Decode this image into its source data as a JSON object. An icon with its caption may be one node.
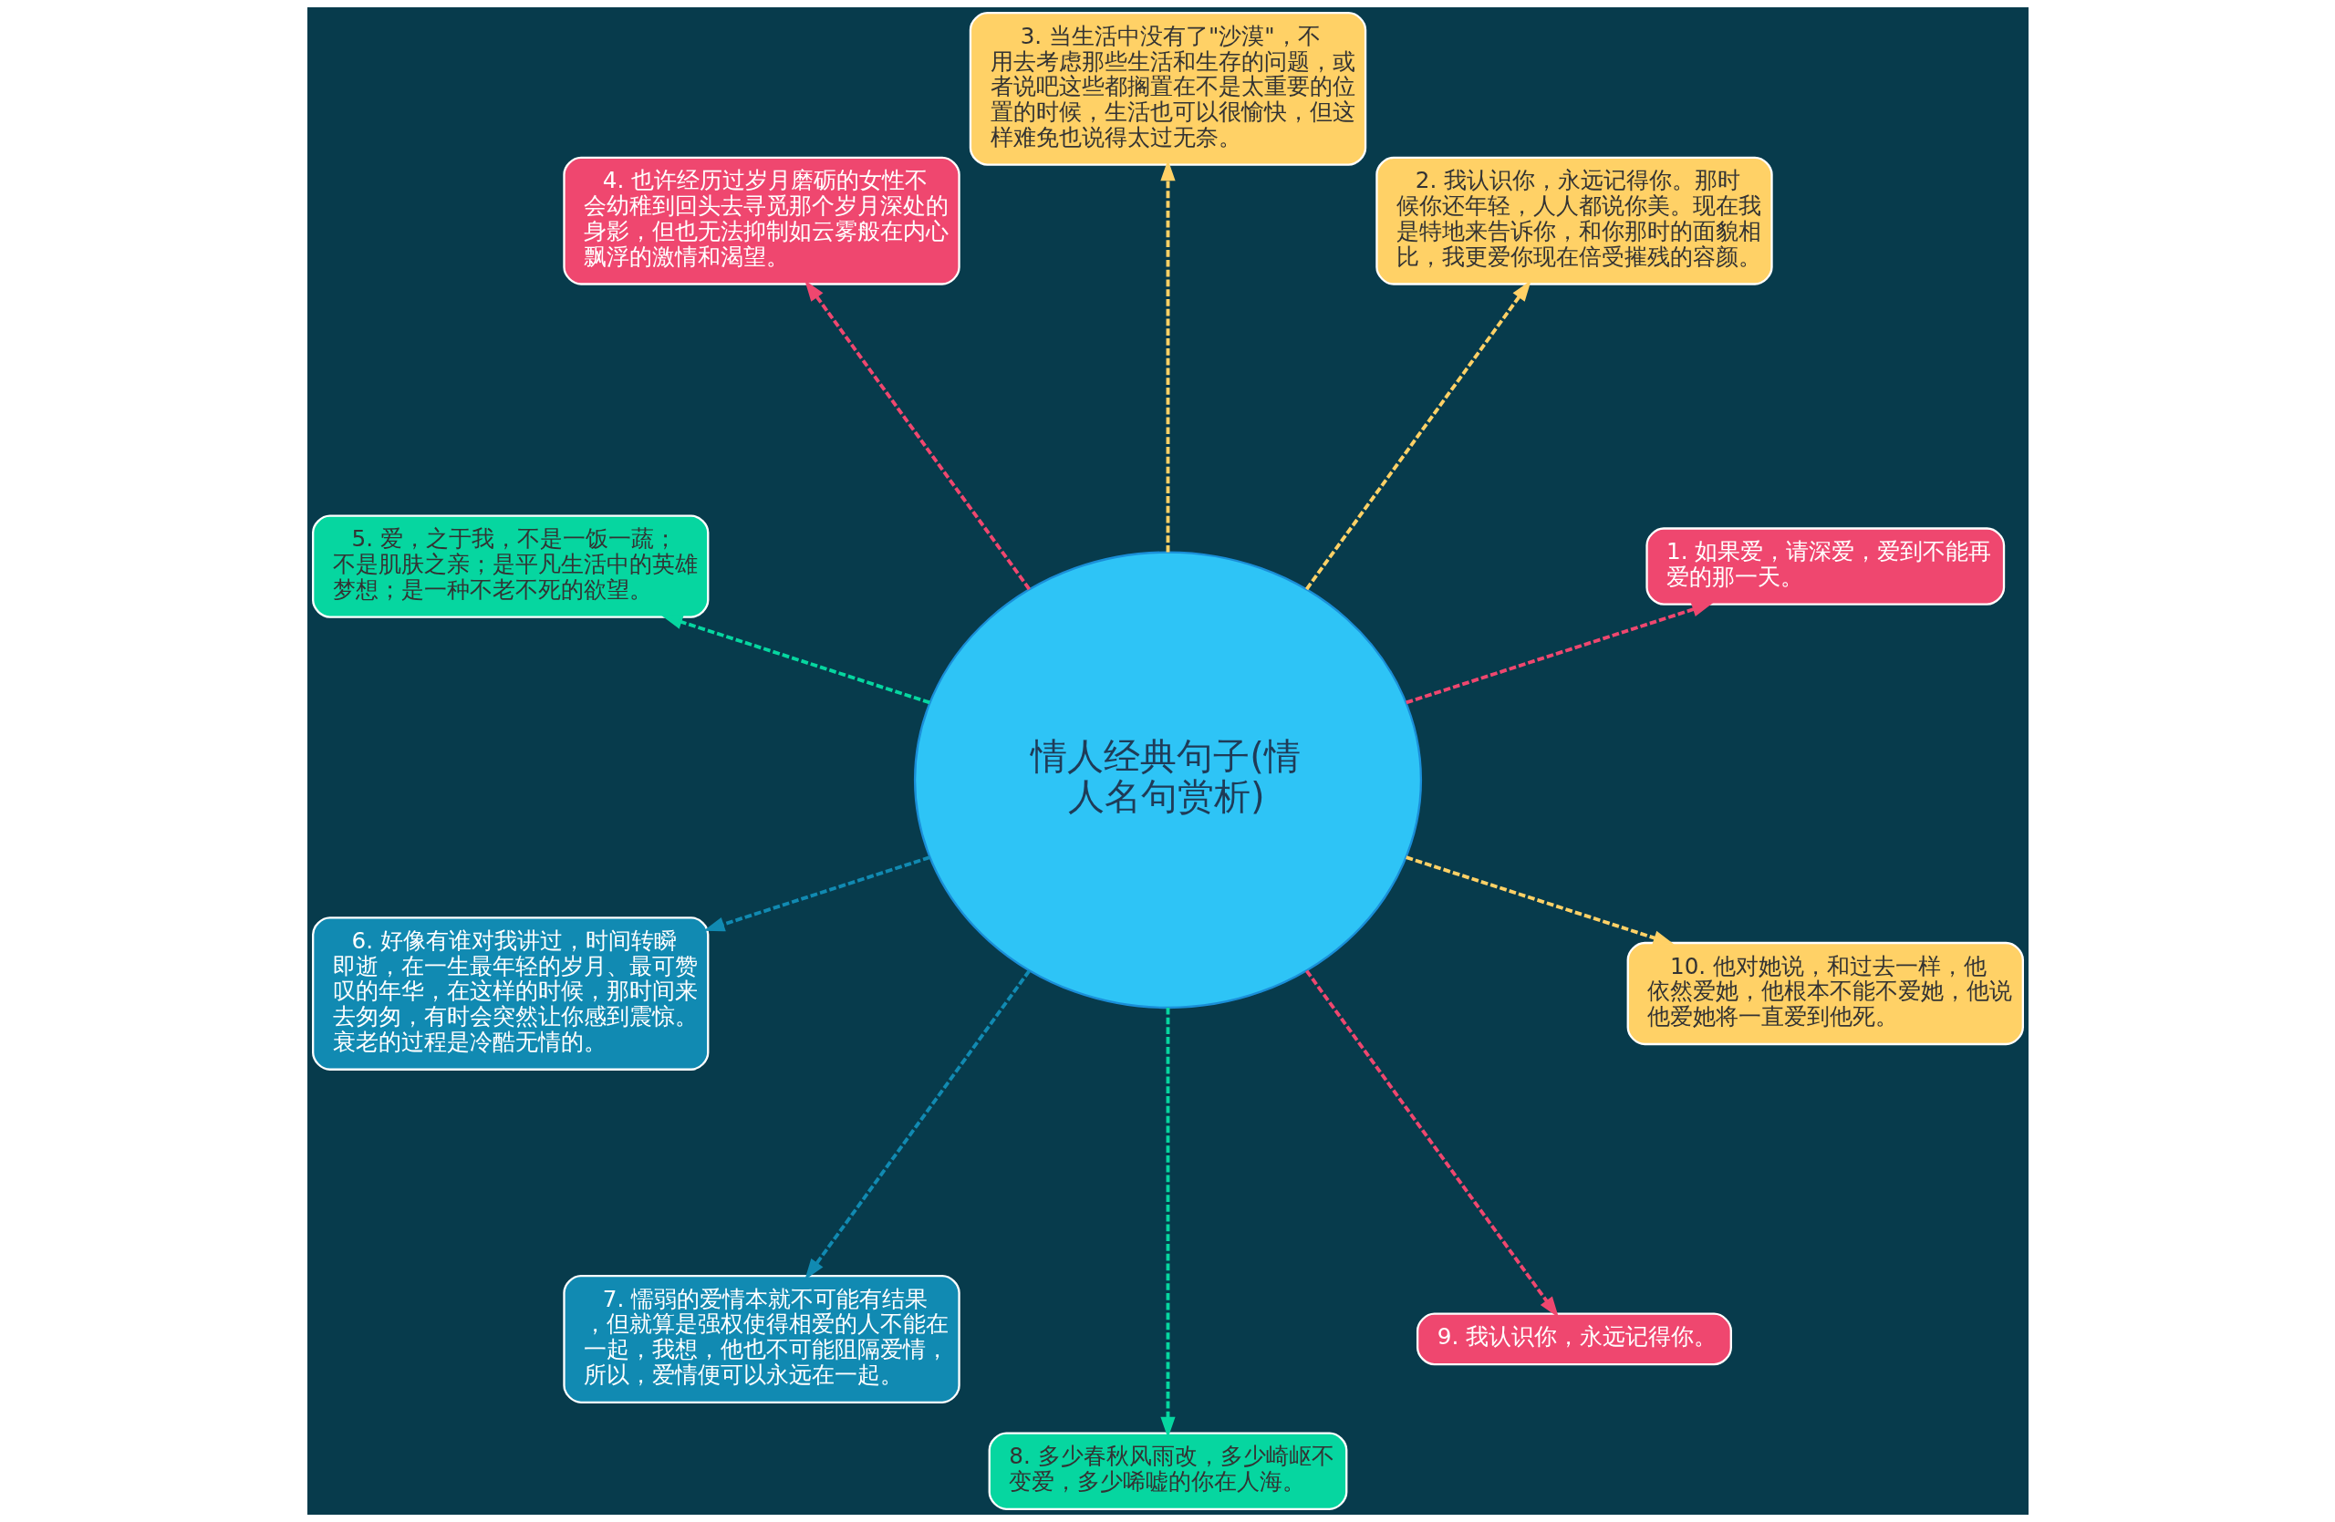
{
  "diagram": {
    "nodes": [
      {
        "text": [
          "情人经典句子(情人名句赏析)"
        ]
      },
      {
        "text": [
          "1. 如果爱，请深爱，爱到不能再爱的那一天。"
        ]
      },
      {
        "text": [
          "2. 我认识你，永远记得你。那时候你还年轻，人人都说你美。现在我是特地来告诉你，和你那时的面貌相比，我更爱你现在倍受摧残的容颜。"
        ]
      },
      {
        "text": [
          "3. 当生活中没有了\"沙漠\"，不用去考虑那些生活和生存的问题，或者说吧这些都搁置在不是太重要的位置的时候，生活也可以很愉快，但这样难免也说得太过无奈。"
        ]
      },
      {
        "text": [
          "4. 也许经历过岁月磨砺的女性不会幼稚到回头去寻觅那个岁月深处的身影，但也无法抑制如云雾般在内心飘浮的激情和渴望。"
        ]
      },
      {
        "text": [
          "5. 爱，之于我，不是一饭一蔬；不是肌肤之亲；是平凡生活中的英雄梦想；是一种不老不死的欲望。"
        ]
      },
      {
        "text": [
          "6. 好像有谁对我讲过，时间转瞬即逝，在一生最年轻的岁月、最可赞叹的年华，在这样的时候，那时间来去匆匆，有时会突然让你感到震惊。衰老的过程是冷酷无情的。"
        ]
      },
      {
        "text": [
          "7. 懦弱的爱情本就不可能有结果，但就算是强权使得相爱的人不能在一起，我想，他也不可能阻隔爱情，所以，爱情便可以永远在一起。"
        ]
      },
      {
        "text": [
          "8. 多少春秋风雨改，多少崎岖不变爱，多少唏嘘的你在人海。"
        ]
      },
      {
        "text": [
          "9. 我认识你，永远记得你。"
        ]
      },
      {
        "text": [
          "10. 他对她说，和过去一样，他依然爱她，他根本不能不爱她，他说他爱她将一直爱到他死。"
        ]
      }
    ],
    "edges": [
      {
        "from": 0,
        "to": 1,
        "arrow": "to",
        "style": "dashed",
        "color": "#ef476f"
      },
      {
        "from": 0,
        "to": 2,
        "arrow": "to",
        "style": "dashed",
        "color": "#ffd166"
      },
      {
        "from": 0,
        "to": 3,
        "arrow": "to",
        "style": "dashed",
        "color": "#ffd166"
      },
      {
        "from": 0,
        "to": 4,
        "arrow": "to",
        "style": "dashed",
        "color": "#ef476f"
      },
      {
        "from": 0,
        "to": 5,
        "arrow": "to",
        "style": "dashed",
        "color": "#06d6a0"
      },
      {
        "from": 0,
        "to": 6,
        "arrow": "to",
        "style": "dashed",
        "color": "#118ab2"
      },
      {
        "from": 0,
        "to": 7,
        "arrow": "to",
        "style": "dashed",
        "color": "#118ab2"
      },
      {
        "from": 0,
        "to": 8,
        "arrow": "to",
        "style": "dashed",
        "color": "#06d6a0"
      },
      {
        "from": 0,
        "to": 9,
        "arrow": "to",
        "style": "dashed",
        "color": "#ef476f"
      },
      {
        "from": 0,
        "to": 10,
        "arrow": "to",
        "style": "dashed",
        "color": "#ffd166"
      }
    ]
  }
}
